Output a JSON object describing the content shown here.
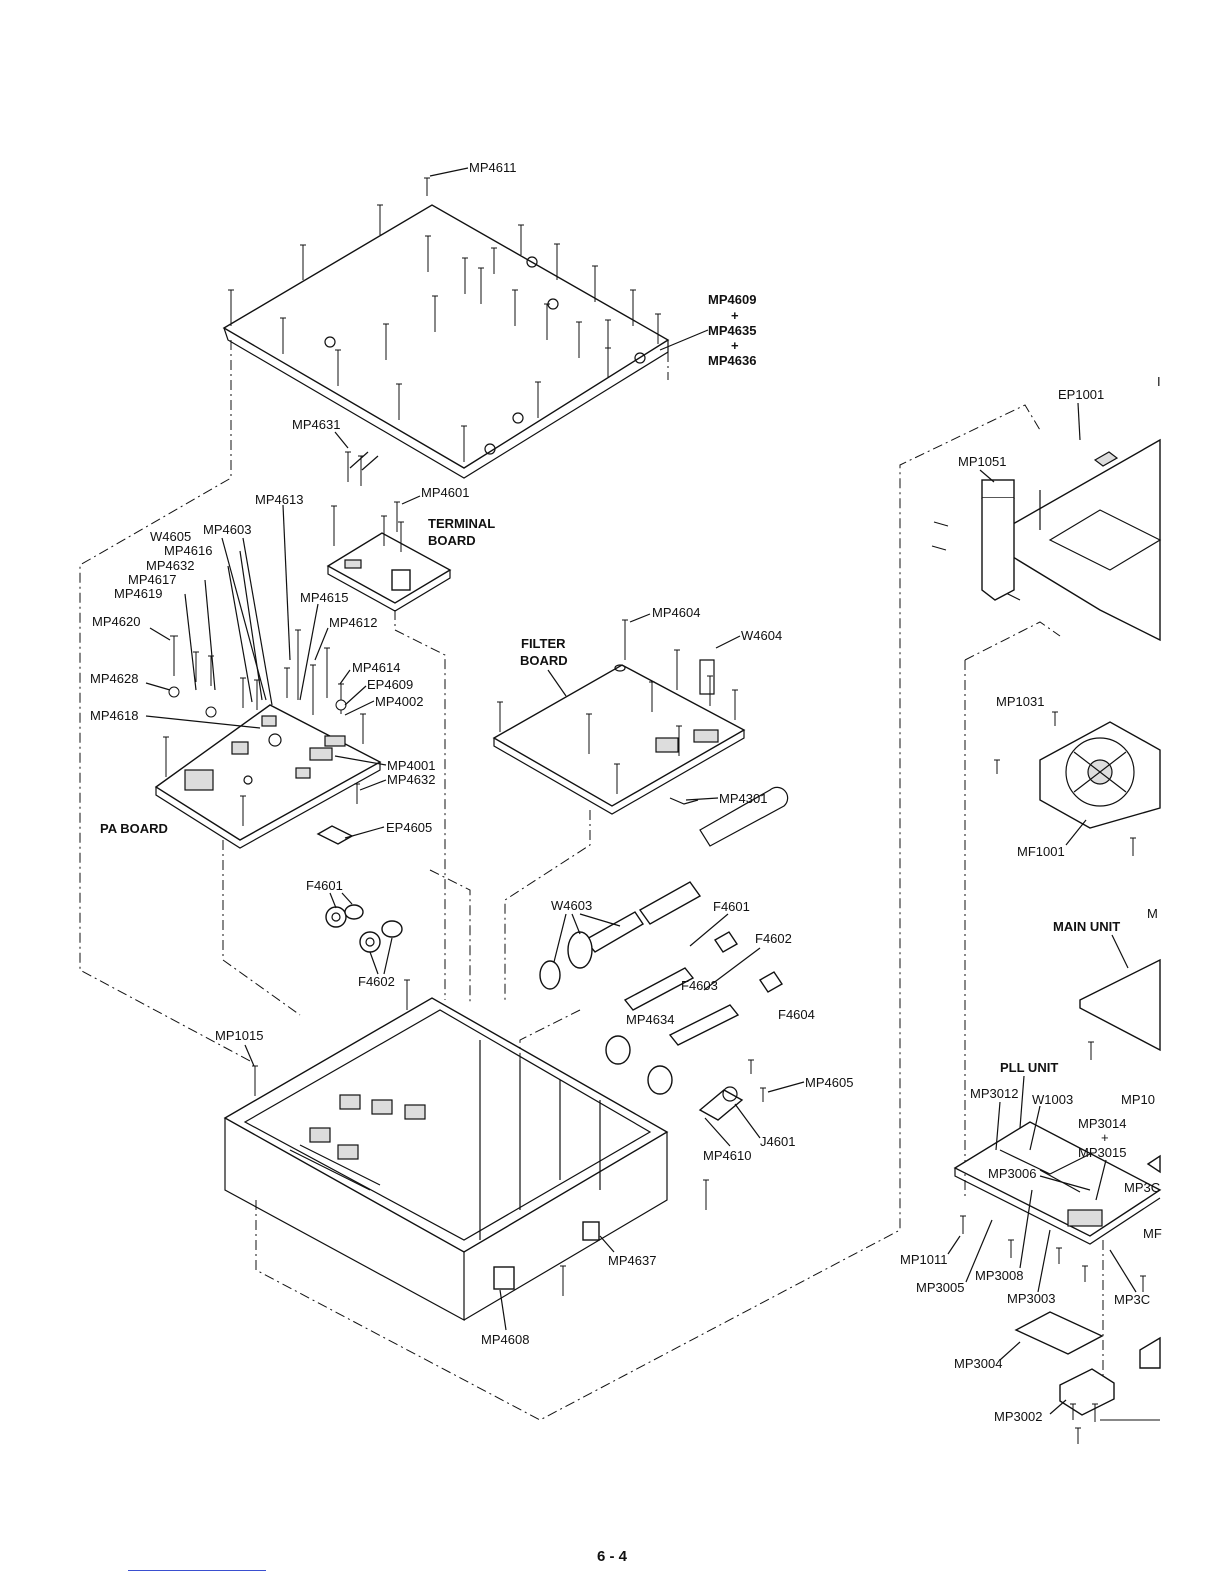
{
  "page_number": "6 - 4",
  "labels": {
    "mp4611": "MP4611",
    "mp4609": "MP4609",
    "plus1": "+",
    "mp4635": "MP4635",
    "plus2": "+",
    "mp4636": "MP4636",
    "mp4631": "MP4631",
    "mp4601": "MP4601",
    "terminal_board_1": "TERMINAL",
    "terminal_board_2": "BOARD",
    "mp4613": "MP4613",
    "w4605": "W4605",
    "mp4603": "MP4603",
    "mp4616": "MP4616",
    "mp4632_a": "MP4632",
    "mp4617": "MP4617",
    "mp4619": "MP4619",
    "mp4615": "MP4615",
    "mp4620": "MP4620",
    "mp4612": "MP4612",
    "mp4628": "MP4628",
    "mp4614": "MP4614",
    "ep4609": "EP4609",
    "mp4002": "MP4002",
    "mp4618": "MP4618",
    "mp4001": "MP4001",
    "mp4632_b": "MP4632",
    "pa_board": "PA BOARD",
    "ep4605": "EP4605",
    "mp4604": "MP4604",
    "w4604": "W4604",
    "filter_board_1": "FILTER",
    "filter_board_2": "BOARD",
    "mp4301": "MP4301",
    "f4601_a": "F4601",
    "f4602_a": "F4602",
    "w4603": "W4603",
    "f4601_b": "F4601",
    "f4602_b": "F4602",
    "f4603": "F4603",
    "f4604": "F4604",
    "mp4634": "MP4634",
    "mp1015": "MP1015",
    "mp4605": "MP4605",
    "j4601": "J4601",
    "mp4610": "MP4610",
    "mp4637": "MP4637",
    "mp4608": "MP4608",
    "ep1001": "EP1001",
    "mp1051": "MP1051",
    "mp1031": "MP1031",
    "mf1001": "MF1001",
    "main_unit": "MAIN UNIT",
    "m_edge": "M",
    "pll_unit": "PLL UNIT",
    "mp3012": "MP3012",
    "w1003": "W1003",
    "mp10_edge": "MP10",
    "mp3014": "MP3014",
    "plus3": "+",
    "mp3015": "MP3015",
    "mp3006": "MP3006",
    "mp30_edge_a": "MP3C",
    "mp1011": "MP1011",
    "mp3005": "MP3005",
    "mp3008": "MP3008",
    "mp3003": "MP3003",
    "mp30_edge_b": "MP3C",
    "mf_edge": "MF",
    "mp3004": "MP3004",
    "mp3002": "MP3002",
    "i_edge": "I"
  }
}
